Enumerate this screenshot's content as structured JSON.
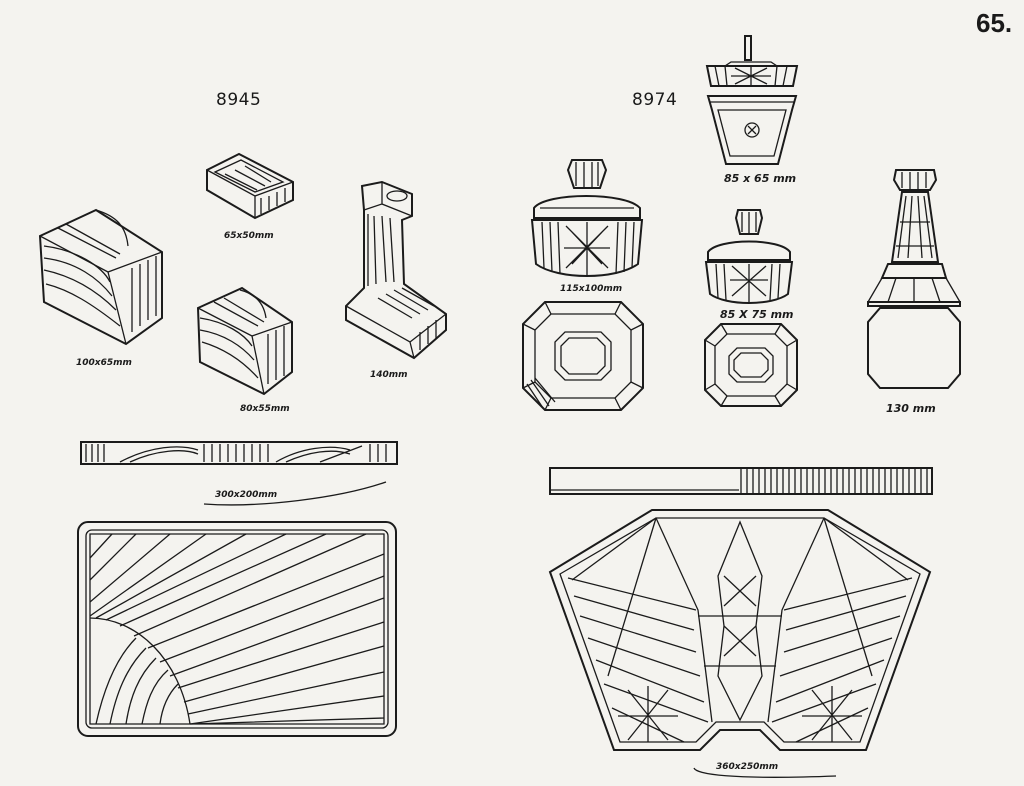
{
  "page_number": "65.",
  "sets": [
    {
      "code": "8945",
      "items": [
        {
          "label": "100x65mm"
        },
        {
          "label": "65x50mm"
        },
        {
          "label": "80x55mm"
        },
        {
          "label": "140mm"
        },
        {
          "label": "300x200mm"
        }
      ]
    },
    {
      "code": "8974",
      "items": [
        {
          "label": "115x100mm"
        },
        {
          "label": "85 x 65 mm"
        },
        {
          "label": "85 X 75 mm"
        },
        {
          "label": "130 mm"
        },
        {
          "label": "360x250mm"
        }
      ]
    }
  ]
}
